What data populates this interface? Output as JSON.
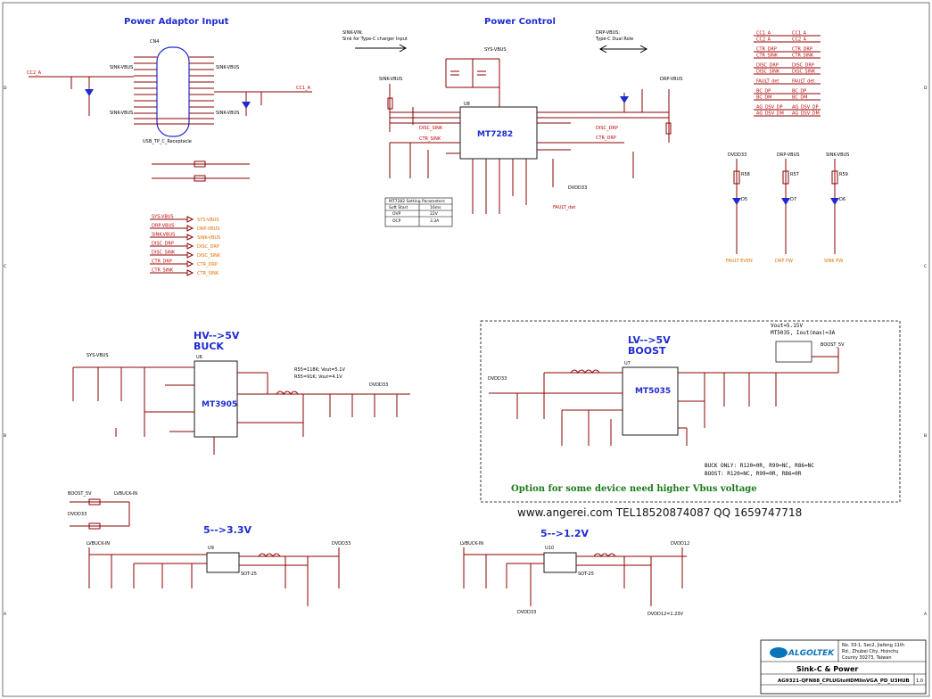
{
  "sections": {
    "adaptor": "Power Adaptor Input",
    "control": "Power Control",
    "buck_line1": "HV-->5V",
    "buck_line2": "BUCK",
    "boost_line1": "LV-->5V",
    "boost_line2": "BOOST",
    "ldo33": "5-->3.3V",
    "ldo12": "5-->1.2V"
  },
  "annotations": {
    "sink_vin_1": "SINK-VIN:",
    "sink_vin_2": "Sink for Type-C charger Input",
    "drp_vbus_1": "DRP-VBUS:",
    "drp_vbus_2": "Type-C Dual Role",
    "buck_r1": "R55=118K; Vout=5.1V",
    "buck_r2": "R55=91K; Vout=4.1V",
    "boost_v1": "Vout=5.15V",
    "boost_v2": "MT5035, Iout(max)=3A",
    "buck_only": "BUCK ONLY: R120=0R, R99=NC, R86=NC",
    "boost_cfg": "BOOST: R120=NC, R99=0R, R86=0R",
    "option": "Option for some device need higher Vbus voltage",
    "watermark": "www.angerei.com  TEL18520874087  QQ 1659747718",
    "dvdd12": "DVDD12=1.23V"
  },
  "chips": {
    "connector": "CN4",
    "connector_part": "USB_TP_C_Receptacle",
    "u8": "U8",
    "mt7282": "MT7282",
    "u6": "U6",
    "mt3905": "MT3905",
    "u7": "U7",
    "mt5035": "MT5035",
    "u9": "U9",
    "u10": "U10",
    "sot": "SOT-25"
  },
  "nets": {
    "sys_vbus": "SYS-VBUS",
    "sink_vbus": "SINK-VBUS",
    "drp_vbus": "DRP-VBUS",
    "dvdd33": "DVDD33",
    "dvdd12": "DVDD12",
    "boost_5v": "BOOST_5V",
    "lvbuck_in": "LVBUCK-IN",
    "cc2_a": "CC2_A",
    "cc1_a": "CC1_A",
    "disc_sink": "DISC_SINK",
    "ctr_sink": "CTR_SINK",
    "disc_drp": "DISC_DRP",
    "ctr_drp": "CTR_DRP",
    "fault_det": "FAULT_det"
  },
  "table": {
    "title": "MT7282 Setting Parameters",
    "headers": [
      "Soft Start",
      "16ms"
    ],
    "rows": [
      [
        "OVP",
        "22V"
      ],
      [
        "OCP",
        "3.3A"
      ]
    ]
  },
  "leds": [
    {
      "ref": "D5",
      "res": "R58",
      "label": "FAULT EVEN"
    },
    {
      "ref": "D7",
      "res": "R57",
      "label": "DRP PW"
    },
    {
      "ref": "D6",
      "res": "R59",
      "label": "SINK PW"
    }
  ],
  "netlist_left": [
    "SYS-VBUS",
    "DRP-VBUS",
    "SINK-VBUS",
    "DISC_DRP",
    "DISC_SINK",
    "CTR_DRP",
    "CTR_SINK"
  ],
  "netlist_right": [
    [
      "CC1_A",
      "CC2_A"
    ],
    [
      "CTR_DRP",
      "CTR_SINK"
    ],
    [
      "DISC_DRP",
      "DISC_SINK"
    ],
    [
      "FAULT_det"
    ],
    [
      "BC_DP",
      "BC_DM"
    ],
    [
      "AG_DSV_DP",
      "AG_DSV_DM"
    ]
  ],
  "titleblock": {
    "company": "ALGOLTEK",
    "address1": "No. 33-1, Sec2, Jiafeng 11th",
    "address2": "Rd., Zhubei City, Hsinchu",
    "address3": "County 30273, Taiwan",
    "sheet_title": "Sink-C & Power",
    "doc": "AG9321-QFN88_CPLUGtoHDMIinVGA_PD_U3HUB",
    "rev": "1.0"
  }
}
